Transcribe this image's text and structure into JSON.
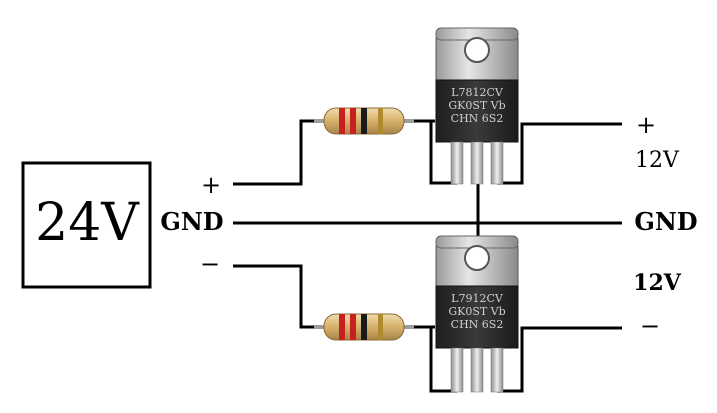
{
  "source": {
    "label": "24V"
  },
  "input_terminals": {
    "plus": "+",
    "gnd": "GND",
    "minus": "−"
  },
  "output_terminals": {
    "plus": "+",
    "upper_voltage": "12V",
    "gnd": "GND",
    "lower_voltage": "12V",
    "minus": "−"
  },
  "regulators": {
    "upper": {
      "line1": "L7812CV",
      "line2": "GK0ST Vb",
      "line3": "CHN 6S2"
    },
    "lower": {
      "line1": "L7912CV",
      "line2": "GK0ST Vb",
      "line3": "CHN 6S2"
    }
  },
  "colors": {
    "wire": "#000000",
    "regulator_body": "#2b2b2b",
    "heatsink_tab": "#c9c9c9",
    "resistor_body": "#d9b97a",
    "resistor_band_red": "#c8201e",
    "resistor_band_black": "#1a1a1a",
    "resistor_band_gold": "#b08a2e",
    "pin_metal": "#bfbfbf"
  },
  "icons": {
    "upper_resistor": "resistor-icon",
    "lower_resistor": "resistor-icon",
    "upper_regulator": "voltage-regulator-icon",
    "lower_regulator": "voltage-regulator-icon"
  }
}
